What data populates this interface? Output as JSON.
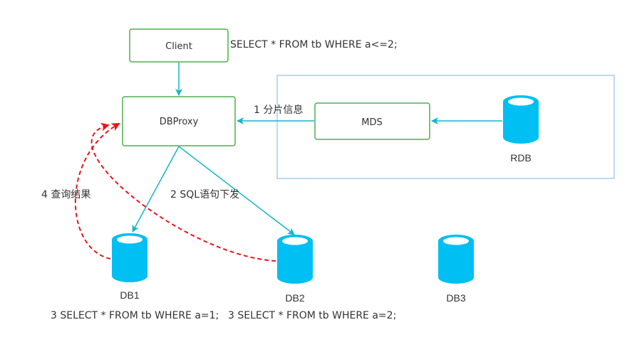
{
  "nodes": {
    "client": "Client",
    "dbproxy": "DBProxy",
    "mds": "MDS",
    "rdb": "RDB",
    "db1": "DB1",
    "db2": "DB2",
    "db3": "DB3"
  },
  "annotations": {
    "client_query": "SELECT * FROM tb WHERE a<=2;",
    "step1": "1 分片信息",
    "step2": "2 SQL语句下发",
    "step4": "4 查询结果",
    "db1_query": "3 SELECT * FROM tb WHERE a=1;",
    "db2_query": "3 SELECT * FROM tb WHERE a=2;"
  },
  "colors": {
    "box_border": "#4caf50",
    "cylinder": "#00bff3",
    "arrow": "#14b6c8",
    "return_arrow": "#e8151b",
    "group_border": "#a7cdee",
    "text": "#333333"
  }
}
